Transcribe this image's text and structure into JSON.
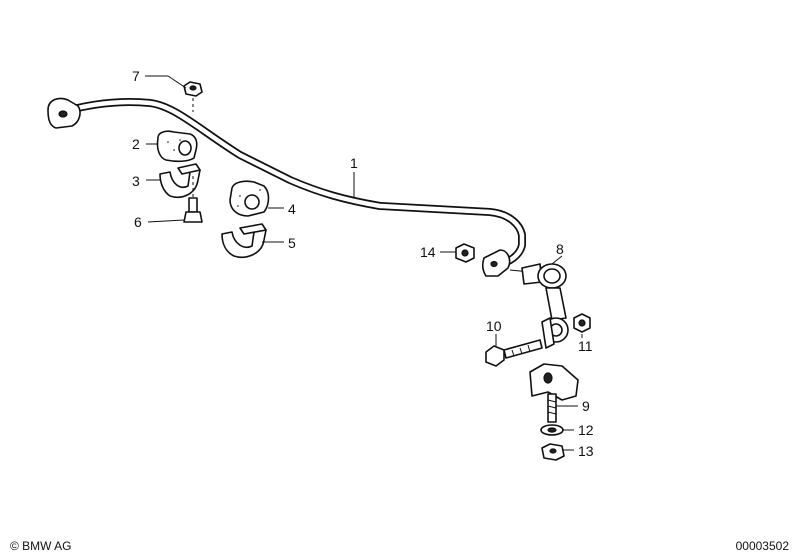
{
  "callouts": {
    "c1": "1",
    "c2": "2",
    "c3": "3",
    "c4": "4",
    "c5": "5",
    "c6": "6",
    "c7": "7",
    "c8": "8",
    "c9": "9",
    "c10": "10",
    "c11": "11",
    "c12": "12",
    "c13": "13",
    "c14": "14"
  },
  "footer": {
    "copyright": "© BMW AG",
    "document_number": "00003502"
  }
}
